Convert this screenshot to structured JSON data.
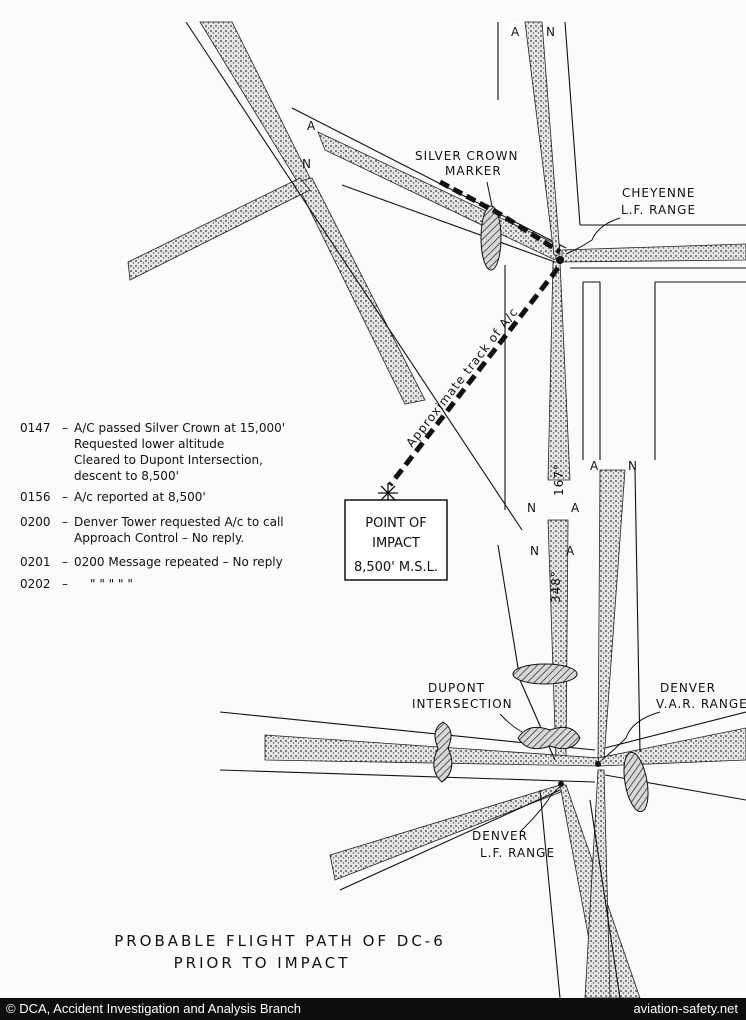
{
  "map": {
    "labels": {
      "silver_crown_1": "SILVER CROWN",
      "silver_crown_2": "MARKER",
      "cheyenne_1": "CHEYENNE",
      "cheyenne_2": "L.F. RANGE",
      "track": "Approximate track of A/c",
      "poi_1": "POINT OF",
      "poi_2": "IMPACT",
      "poi_3": "8,500' M.S.L.",
      "bearing_167": "167°",
      "bearing_348": "348°",
      "dupont_1": "DUPONT",
      "dupont_2": "INTERSECTION",
      "denver_var_1": "DENVER",
      "denver_var_2": "V.A.R. RANGE",
      "denver_lf_1": "DENVER",
      "denver_lf_2": "L.F. RANGE",
      "letter_a": "A",
      "letter_n": "N"
    },
    "log": [
      {
        "time": "0147",
        "lines": [
          "A/C passed Silver Crown at 15,000'",
          "Requested lower altitude",
          "Cleared to Dupont Intersection,",
          "descent to 8,500'"
        ]
      },
      {
        "time": "0156",
        "lines": [
          "A/c reported at 8,500'"
        ]
      },
      {
        "time": "0200",
        "lines": [
          "Denver Tower requested A/c to call",
          "Approach Control – No reply."
        ]
      },
      {
        "time": "0201",
        "lines": [
          "0200 Message repeated – No reply"
        ]
      },
      {
        "time": "0202",
        "lines": [
          "\"       \"       \"       \"   \""
        ]
      }
    ],
    "caption_1": "PROBABLE FLIGHT PATH OF DC-6",
    "caption_2": "PRIOR TO IMPACT"
  },
  "footer": {
    "credit": "© DCA, Accident Investigation and Analysis Branch",
    "site": "aviation-safety.net"
  }
}
